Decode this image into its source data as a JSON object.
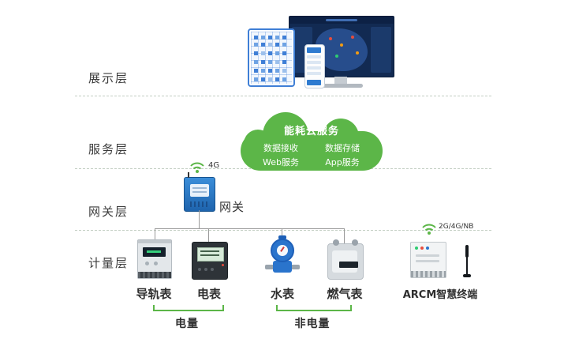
{
  "layers": {
    "display": {
      "label": "展示层"
    },
    "service": {
      "label": "服务层"
    },
    "gateway": {
      "label": "网关层"
    },
    "metering": {
      "label": "计量层"
    }
  },
  "cloud": {
    "title": "能耗云服务",
    "items": [
      {
        "label": "数据接收"
      },
      {
        "label": "数据存储"
      },
      {
        "label": "Web服务"
      },
      {
        "label": "App服务"
      }
    ]
  },
  "gateway": {
    "label": "网关",
    "network_badge": "4G"
  },
  "meters": [
    {
      "label": "导轨表"
    },
    {
      "label": "电表"
    },
    {
      "label": "水表"
    },
    {
      "label": "燃气表"
    }
  ],
  "terminal": {
    "label": "ARCM智慧终端",
    "network_badge": "2G/4G/NB"
  },
  "groups": {
    "electric": {
      "label": "电量"
    },
    "non_electric": {
      "label": "非电量"
    }
  },
  "icons": {
    "wifi": "wifi-icon",
    "antenna": "antenna-icon"
  },
  "colors": {
    "accent_green": "#5cb648",
    "device_blue": "#2a74cc",
    "connector_gray": "#999999"
  }
}
